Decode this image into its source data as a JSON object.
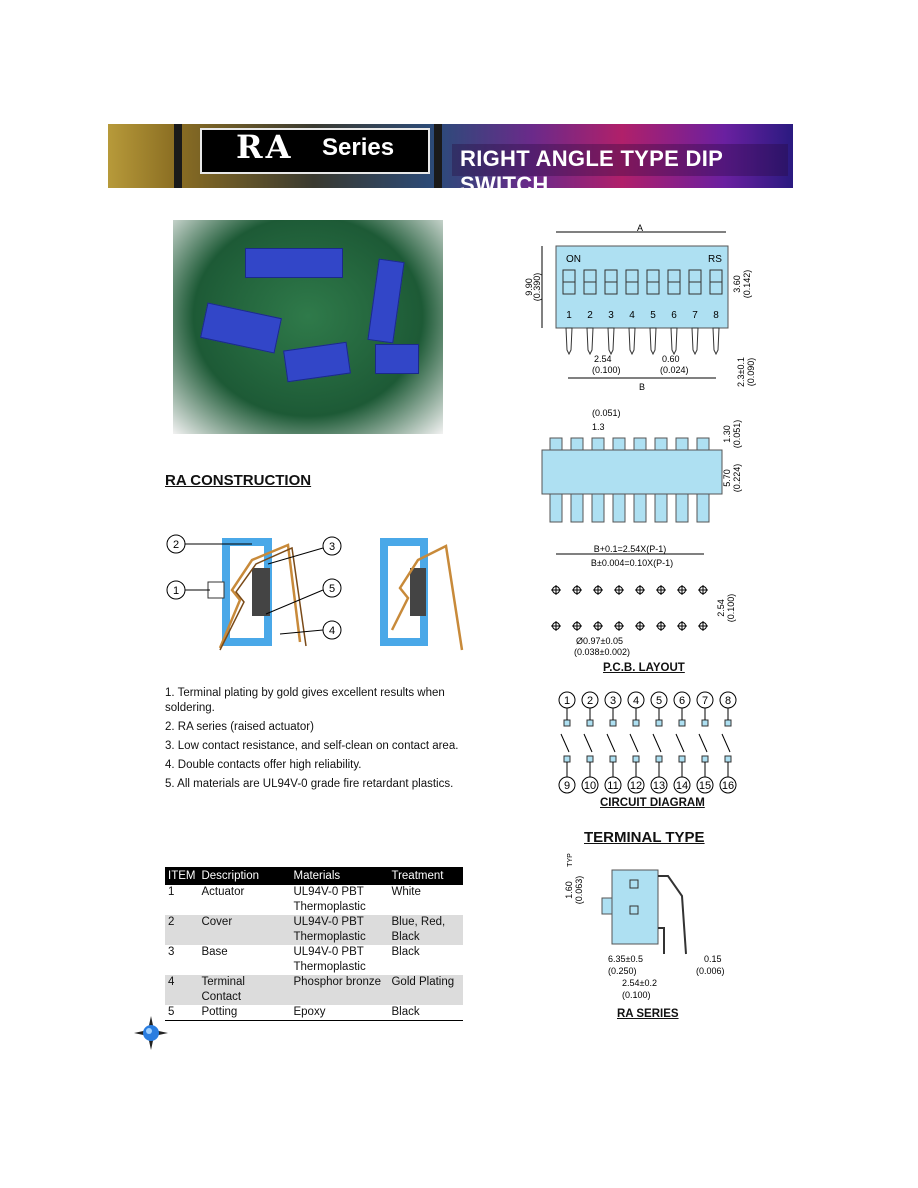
{
  "header": {
    "series_code": "RA",
    "series_word": "Series",
    "title": "RIGHT ANGLE TYPE DIP SWITCH"
  },
  "construction": {
    "heading": "RA CONSTRUCTION",
    "callouts": [
      "1",
      "2",
      "3",
      "4",
      "5"
    ],
    "features": [
      "1. Terminal plating by gold gives excellent results when soldering.",
      "2. RA series (raised actuator)",
      "3. Low contact resistance, and self-clean on contact area.",
      "4. Double contacts offer high reliability.",
      "5. All materials are UL94V-0 grade fire retardant plastics."
    ]
  },
  "spec_table": {
    "headers": [
      "ITEM",
      "Description",
      "Materials",
      "Treatment"
    ],
    "rows": [
      {
        "item": "1",
        "description": "Actuator",
        "materials": "UL94V-0 PBT Thermoplastic",
        "treatment": "White"
      },
      {
        "item": "2",
        "description": "Cover",
        "materials": "UL94V-0 PBT Thermoplastic",
        "treatment": "Blue, Red, Black"
      },
      {
        "item": "3",
        "description": "Base",
        "materials": "UL94V-0 PBT Thermoplastic",
        "treatment": "Black"
      },
      {
        "item": "4",
        "description": "Terminal Contact",
        "materials": "Phosphor bronze",
        "treatment": "Gold Plating"
      },
      {
        "item": "5",
        "description": "Potting",
        "materials": "Epoxy",
        "treatment": "Black"
      }
    ]
  },
  "front_view": {
    "label_a": "A",
    "label_on": "ON",
    "label_rs": "RS",
    "positions": [
      "1",
      "2",
      "3",
      "4",
      "5",
      "6",
      "7",
      "8"
    ],
    "dim_height": "9.90",
    "dim_height_in": "(0.390)",
    "dim_actuator": "3.60",
    "dim_actuator_in": "(0.142)",
    "dim_pitch": "2.54",
    "dim_pitch_in": "(0.100)",
    "dim_pin": "0.60",
    "dim_pin_in": "(0.024)",
    "dim_pinlen": "2.3±0.1",
    "dim_pinlen_in": "(0.090)",
    "label_b": "B"
  },
  "side_view": {
    "dim_top_in": "(0.051)",
    "dim_top": "1.3",
    "dim_cap": "1.30",
    "dim_cap_in": "(0.051)",
    "dim_body": "5.70",
    "dim_body_in": "(0.224)"
  },
  "pcb_layout": {
    "dim_b1": "B+0.1=2.54X(P-1)",
    "dim_b2": "B±0.004=0.10X(P-1)",
    "dim_row": "2.54",
    "dim_row_in": "(0.100)",
    "hole": "Ø0.97±0.05",
    "hole_in": "(0.038±0.002)",
    "caption": "P.C.B. LAYOUT"
  },
  "circuit": {
    "top_pins": [
      "1",
      "2",
      "3",
      "4",
      "5",
      "6",
      "7",
      "8"
    ],
    "bottom_pins": [
      "9",
      "10",
      "11",
      "12",
      "13",
      "14",
      "15",
      "16"
    ],
    "caption": "CIRCUIT DIAGRAM"
  },
  "terminal": {
    "heading": "TERMINAL TYPE",
    "dim_h": "1.60",
    "dim_h_typ": "TYP",
    "dim_h_in": "(0.063)",
    "dim_a": "6.35±0.5",
    "dim_a_in": "(0.250)",
    "dim_b": "2.54±0.2",
    "dim_b_in": "(0.100)",
    "dim_t": "0.15",
    "dim_t_in": "(0.006)",
    "caption": "RA SERIES"
  },
  "colors": {
    "switch_blue": "#aee0f2",
    "drawing_blue": "#4aa8e8",
    "photo_green": "#2f7a4a"
  }
}
